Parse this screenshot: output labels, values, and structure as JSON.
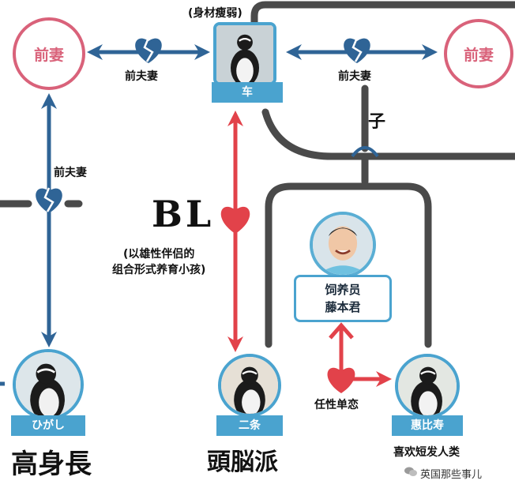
{
  "nodes": {
    "ex_wife_left": {
      "label": "前妻"
    },
    "ex_wife_right": {
      "label": "前妻"
    },
    "kuruma": {
      "tag": "车",
      "note": "(身材瘦弱)"
    },
    "higashi": {
      "tag": "ひがし",
      "trait": "高身長"
    },
    "nijo": {
      "tag": "二条",
      "trait": "頭脳派"
    },
    "ebisu": {
      "tag": "惠比寿",
      "trait": "喜欢短发人类"
    },
    "keeper": {
      "role": "饲养员",
      "name": "藤本君"
    }
  },
  "edges": {
    "ex_husband_wife_left": "前夫妻",
    "ex_husband_wife_right": "前夫妻",
    "ex_husband_wife_vertical": "前夫妻",
    "child_mark": "子",
    "bl_mark": "BL",
    "bl_note_line1": "(以雄性伴侣的",
    "bl_note_line2": "组合形式养育小孩)",
    "one_sided_love": "任性单恋"
  },
  "colors": {
    "arrow_blue": "#2f6496",
    "arrow_red": "#e2424a",
    "tag_blue": "#4aa3cf",
    "ex_wife_pink": "#d9627a",
    "lineage_gray": "#4a4a4a"
  },
  "watermark": {
    "text": "英国那些事儿"
  }
}
